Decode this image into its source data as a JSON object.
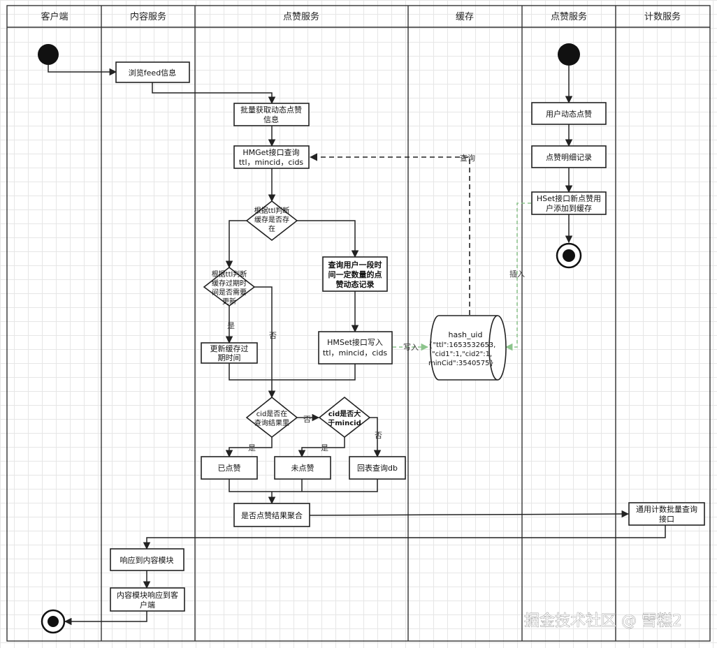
{
  "lanes": [
    {
      "title": "客户端"
    },
    {
      "title": "内容服务"
    },
    {
      "title": "点赞服务"
    },
    {
      "title": "缓存"
    },
    {
      "title": "点赞服务"
    },
    {
      "title": "计数服务"
    }
  ],
  "nodes": {
    "browse_feed": [
      "浏览feed信息"
    ],
    "batch_fetch": [
      "批量获取动态点赞",
      "信息"
    ],
    "hmget": [
      "HMGet接口查询",
      "ttl，mincid，cids"
    ],
    "query_user_records": [
      "查询用户一段时",
      "间一定数量的点",
      "赞动态记录"
    ],
    "hmset_write": [
      "HMSet接口写入",
      "ttl，mincid，cids"
    ],
    "update_cache_ttl": [
      "更新缓存过",
      "期时间"
    ],
    "liked": [
      "已点赞"
    ],
    "not_liked": [
      "未点赞"
    ],
    "query_db": [
      "回表查询db"
    ],
    "aggregate": [
      "是否点赞结果聚合"
    ],
    "respond_content": [
      "响应到内容模块"
    ],
    "respond_client": [
      "内容模块响应到客",
      "户端"
    ],
    "user_like": [
      "用户动态点赞"
    ],
    "like_detail": [
      "点赞明细记录"
    ],
    "hset_add": [
      "HSet接口新点赞用",
      "户添加到缓存"
    ],
    "count_batch_query": [
      "通用计数批量查询",
      "接口"
    ],
    "cache_store": [
      "hash_uid",
      "{\"ttl\":1653532653,",
      "\"cid1\":1,\"cid2\":1,",
      "minCid\":3540575}"
    ]
  },
  "decisions": {
    "cache_exists": [
      "根据ttl判断",
      "缓存是否存",
      "在"
    ],
    "cache_expiry": [
      "根据ttl判断",
      "缓存过期时",
      "间是否需要",
      "更新"
    ],
    "cid_in_result": [
      "cid是否在",
      "查询结果里"
    ],
    "cid_gt_mincid": [
      "cid是否大",
      "于mincid"
    ]
  },
  "edge_labels": {
    "query": "查询",
    "write": "写入",
    "insert": "插入",
    "yes": "是",
    "no": "否"
  },
  "watermark": "掘金技术社区 @ 雪糕2"
}
